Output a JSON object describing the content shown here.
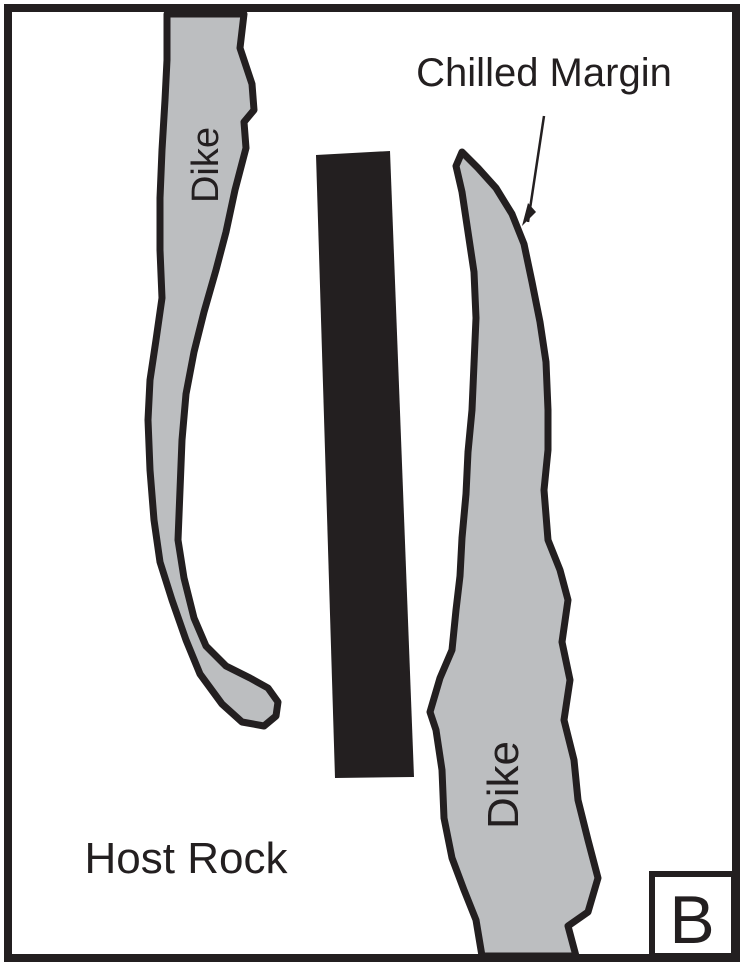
{
  "figure": {
    "panel_letter": "B",
    "labels": {
      "left_dike": "Dike",
      "right_dike": "Dike",
      "chilled_margin": "Chilled Margin",
      "host_rock": "Host Rock"
    }
  },
  "colors": {
    "frame": "#231f20",
    "dike_fill": "#bcbec0",
    "outline": "#231f20",
    "black_bar": "#231f20",
    "background": "#ffffff"
  }
}
